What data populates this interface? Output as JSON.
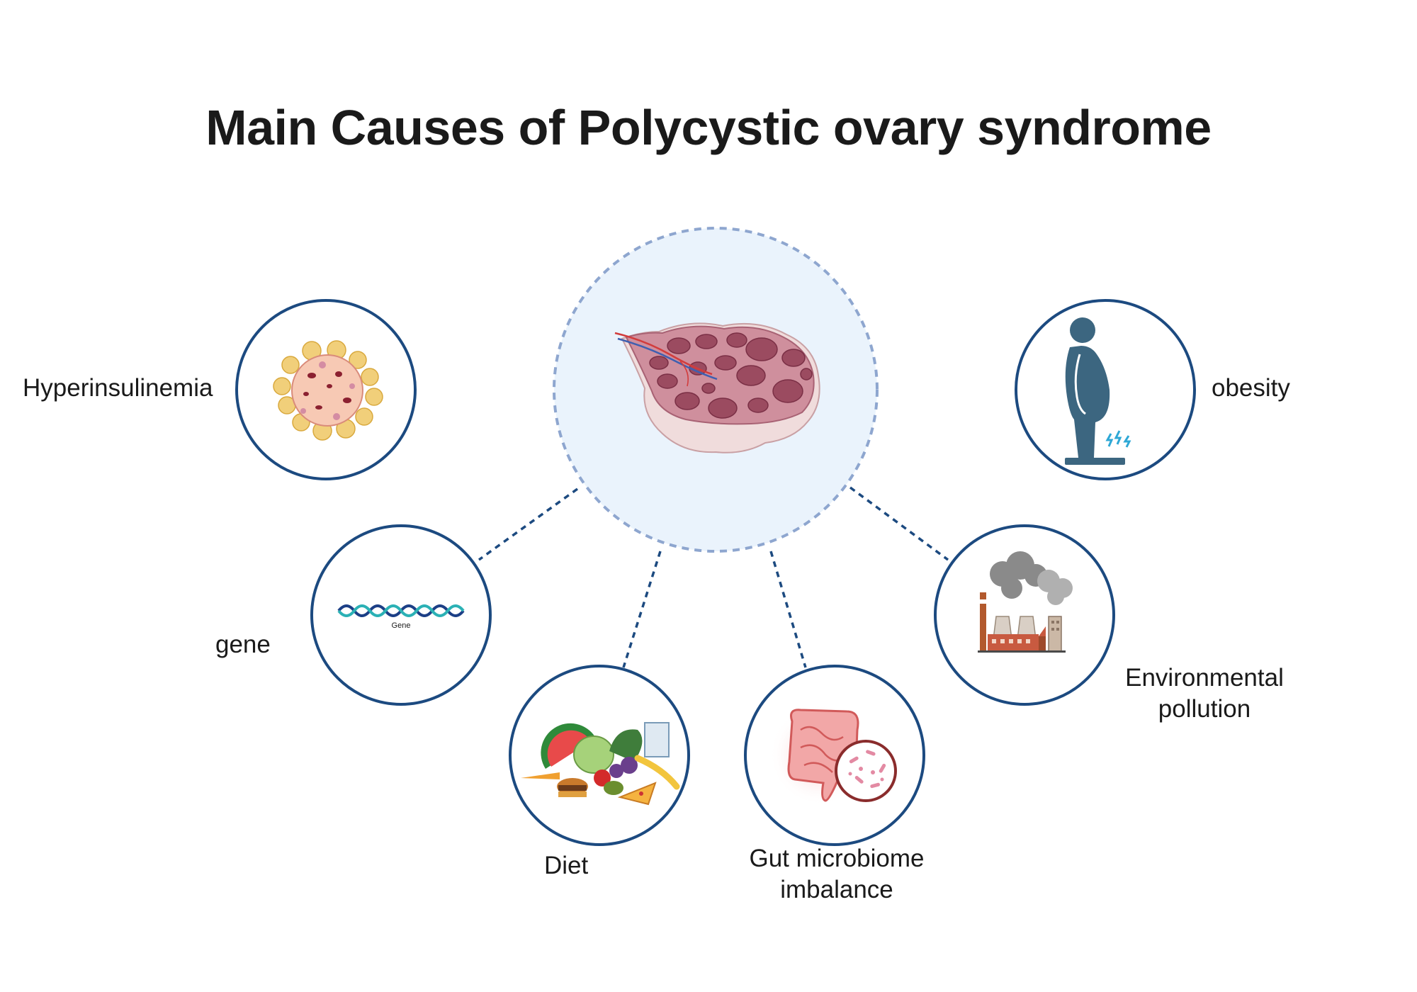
{
  "title": "Main Causes of Polycystic ovary syndrome",
  "center": {
    "icon": "polycystic-ovary-icon"
  },
  "causes": [
    {
      "id": "hyperinsulinemia",
      "label": "Hyperinsulinemia",
      "icon": "adipocyte-cluster-icon"
    },
    {
      "id": "gene",
      "label": "gene",
      "icon": "dna-helix-icon",
      "icon_text": "Gene"
    },
    {
      "id": "diet",
      "label": "Diet",
      "icon": "food-pile-icon"
    },
    {
      "id": "gut",
      "label_lines": [
        "Gut microbiome",
        "imbalance"
      ],
      "icon": "intestine-bacteria-icon"
    },
    {
      "id": "pollution",
      "label_lines": [
        "Environmental",
        "pollution"
      ],
      "icon": "factory-smoke-icon"
    },
    {
      "id": "obesity",
      "label": "obesity",
      "icon": "person-on-scale-icon"
    }
  ],
  "colors": {
    "node_border": "#1c4a80",
    "center_fill": "#eaf3fc",
    "center_border": "#8ea6cf",
    "connector": "#1c4a80",
    "ovary": "#c98a98",
    "cyst": "#9b4b60"
  }
}
